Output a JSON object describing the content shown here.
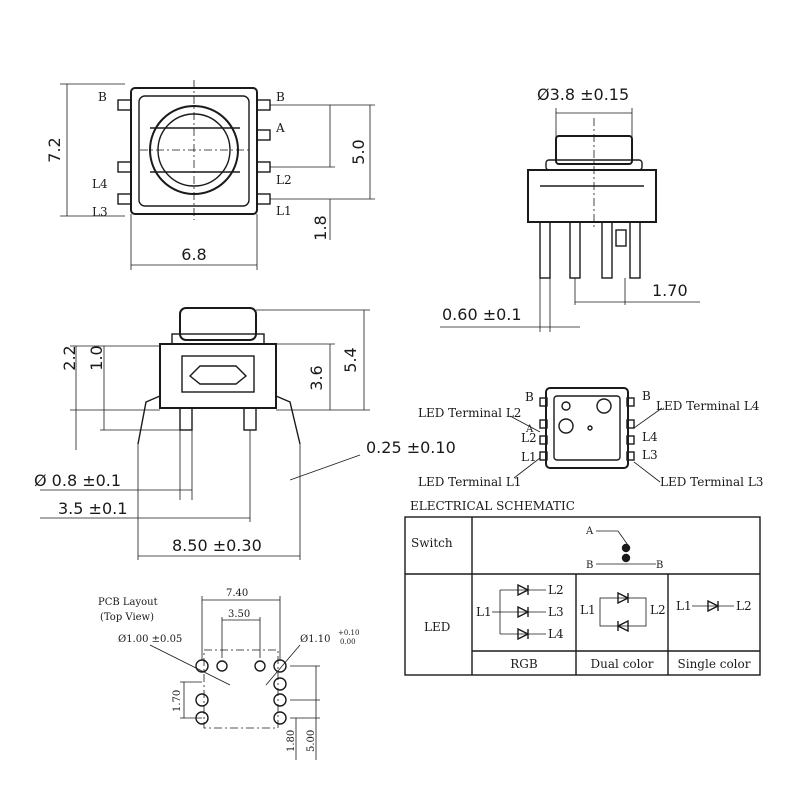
{
  "top_view": {
    "height_dim": "7.2",
    "width_dim": "6.8",
    "pitch_dim": "5.0",
    "offset_dim": "1.8",
    "pins_left": [
      "B",
      "L4",
      "L3"
    ],
    "pins_right": [
      "B",
      "A",
      "L2",
      "L1"
    ]
  },
  "side_view": {
    "cap_dim": "Ø3.8 ±0.15",
    "pin_width_dim": "0.60 ±0.1",
    "pin_pitch_dim": "1.70"
  },
  "front_view": {
    "dim_2_2": "2.2",
    "dim_1_0": "1.0",
    "dim_3_6": "3.6",
    "dim_5_4": "5.4",
    "thickness_dim": "0.25 ±0.10",
    "hole_dim": "Ø 0.8 ±0.1",
    "spacing_dim": "3.5 ±0.1",
    "span_dim": "8.50 ±0.30"
  },
  "terminals": {
    "label_b_left": "B",
    "label_b_right": "B",
    "led_terminal_l2": "LED Terminal L2",
    "led_terminal_l4": "LED Terminal L4",
    "led_terminal_l1": "LED Terminal L1",
    "led_terminal_l3": "LED Terminal L3",
    "pin_a": "A",
    "pin_l2": "L2",
    "pin_l1": "L1",
    "pin_l4": "L4",
    "pin_l3": "L3"
  },
  "schematic": {
    "title": "ELECTRICAL SCHEMATIC",
    "row_switch": "Switch",
    "row_led": "LED",
    "switch_a": "A",
    "switch_b1": "B",
    "switch_b2": "B",
    "rgb_l1": "L1",
    "rgb_l2": "L2",
    "rgb_l3": "L3",
    "rgb_l4": "L4",
    "dual_l1": "L1",
    "dual_l2": "L2",
    "single_l1": "L1",
    "single_l2": "L2",
    "col_rgb": "RGB",
    "col_dual": "Dual color",
    "col_single": "Single color"
  },
  "pcb": {
    "title": "PCB Layout",
    "subtitle": "(Top View)",
    "width_dim": "7.40",
    "pitch_dim": "3.50",
    "hole_small": "Ø1.00 ±0.05",
    "hole_large": "Ø1.10",
    "hole_tol_top": "+0.10",
    "hole_tol_bot": "0.00",
    "dim_1_70": "1.70",
    "dim_1_80": "1.80",
    "dim_5_00": "5.00"
  }
}
